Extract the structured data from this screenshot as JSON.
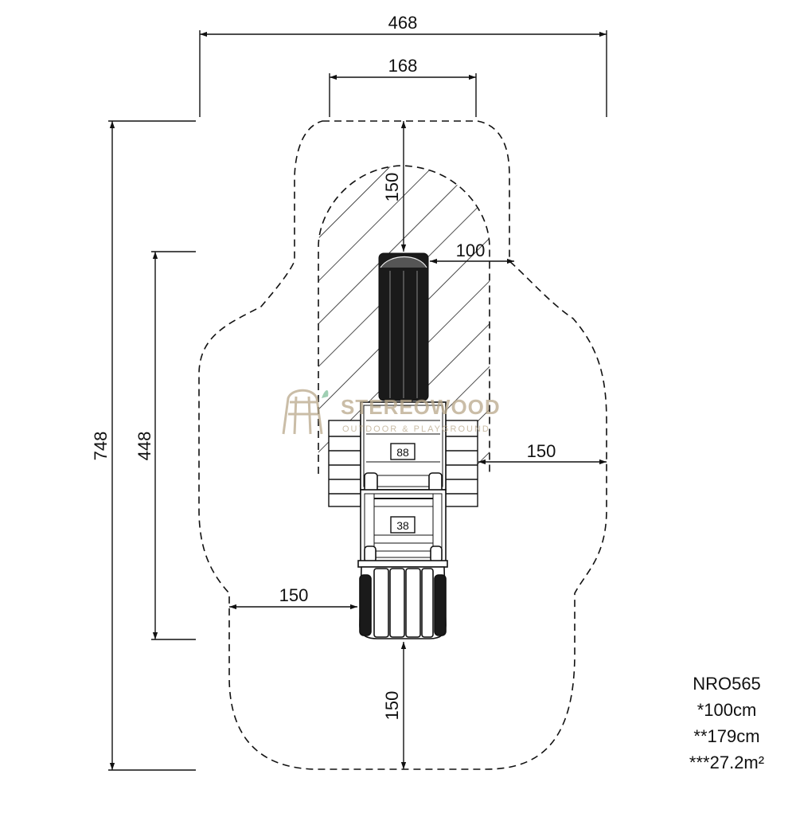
{
  "dimensions": {
    "overall_width": "468",
    "tower_zone_width": "168",
    "overall_length": "748",
    "equipment_length": "448",
    "slide_top_clearance": "150",
    "slide_side_clearance": "100",
    "right_clearance": "150",
    "left_clearance": "150",
    "bottom_clearance": "150"
  },
  "platform_heights": {
    "upper": "88",
    "lower": "38"
  },
  "watermark": {
    "brand": "STEREOWOOD",
    "tagline": "OUTDOOR & PLAYGROUND"
  },
  "product_info": {
    "code": "NRO565",
    "free_fall_height": "*100cm",
    "total_height": "**179cm",
    "safety_area": "***27.2m²"
  },
  "colors": {
    "line": "#111111",
    "equipment_fill": "#1a1a1a",
    "watermark": "#b9a88a",
    "watermark_leaf": "#7fbf9a"
  }
}
